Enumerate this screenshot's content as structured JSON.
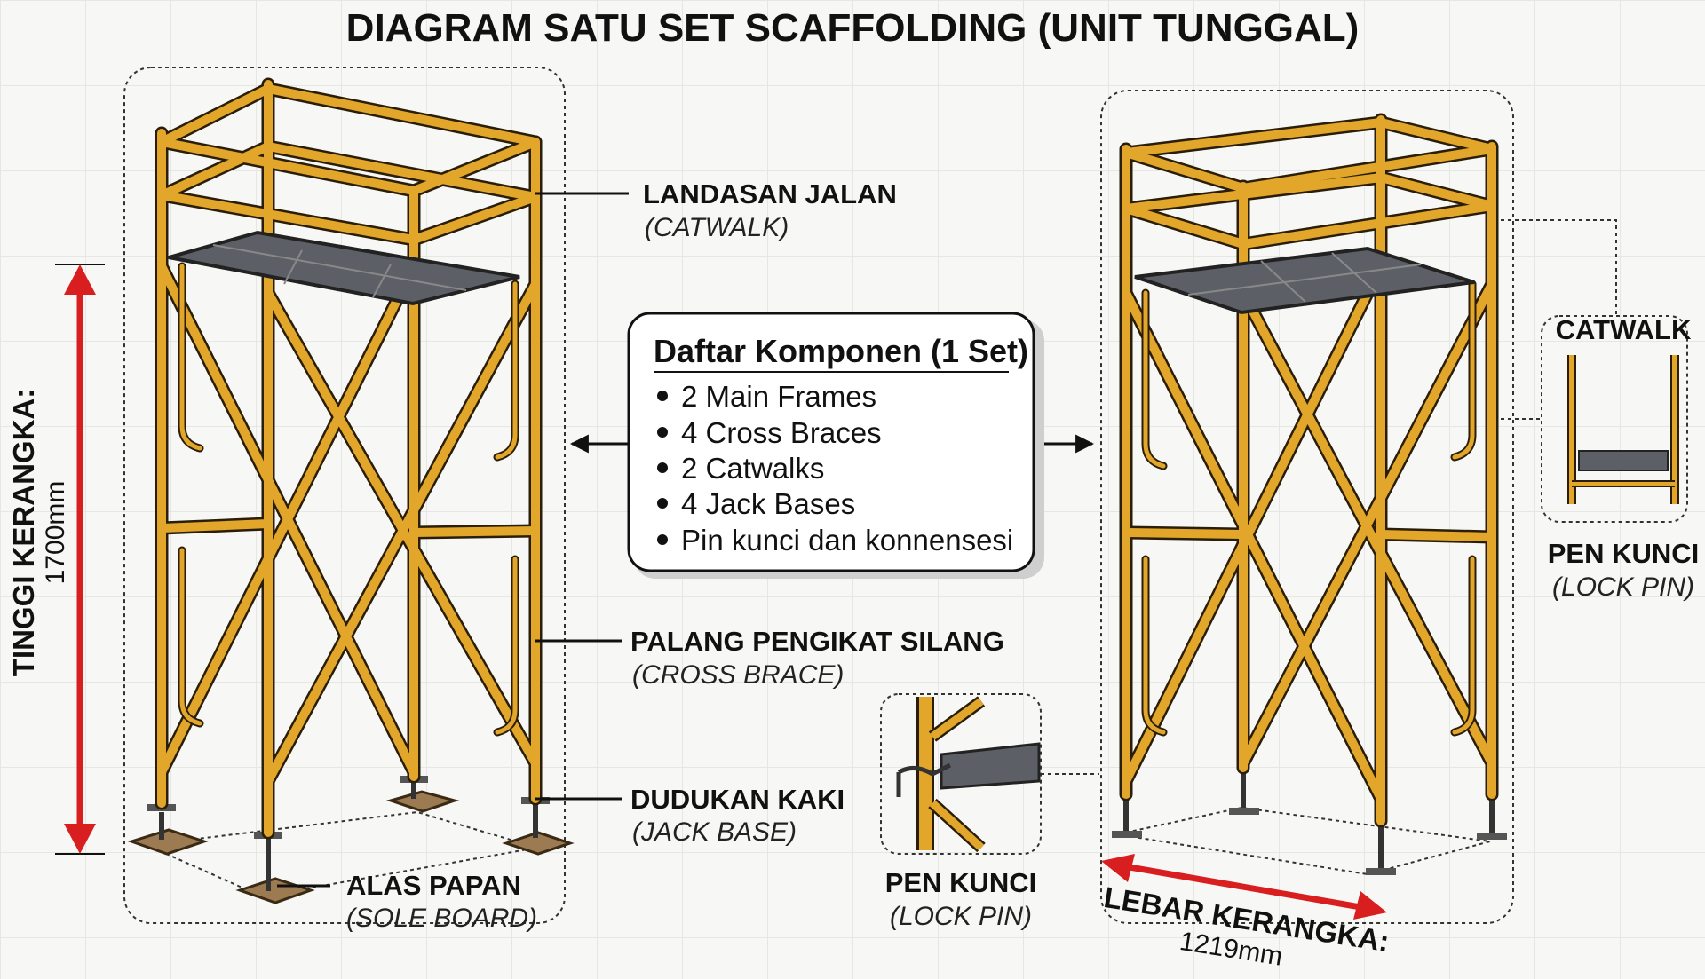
{
  "title": "DIAGRAM SATU SET SCAFFOLDING (UNIT TUNGGAL)",
  "colors": {
    "frame": "#e2a62b",
    "frame_outline": "#2a1e08",
    "deck": "#5c6066",
    "dimension_arrow": "#d81e1e",
    "sole_board": "#9c7a52"
  },
  "labels": {
    "catwalk": {
      "main": "LANDASAN JALAN",
      "sub": "(CATWALK)"
    },
    "cross_brace": {
      "main": "PALANG PENGIKAT SILANG",
      "sub": "(CROSS BRACE)"
    },
    "jack_base": {
      "main": "DUDUKAN KAKI",
      "sub": "(JACK BASE)"
    },
    "sole_board": {
      "main": "ALAS PAPAN",
      "sub": "(SOLE BOARD)"
    },
    "lock_pin_center": {
      "main": "PEN KUNCI",
      "sub": "(LOCK PIN)"
    },
    "lock_pin_right": {
      "main": "PEN KUNCI",
      "sub": "(LOCK PIN)"
    },
    "catwalk_detail": "CATWALK"
  },
  "components": {
    "title": "Daftar Komponen (1 Set)",
    "items": [
      "2 Main Frames",
      "4 Cross Braces",
      "2 Catwalks",
      "4 Jack Bases",
      "Pin kunci dan konnensesi"
    ]
  },
  "dimensions": {
    "height": {
      "label": "TINGGI KERANGKA:",
      "value": "1700mm"
    },
    "width": {
      "label": "LEBAR KERANGKA:",
      "value": "1219mm"
    }
  }
}
